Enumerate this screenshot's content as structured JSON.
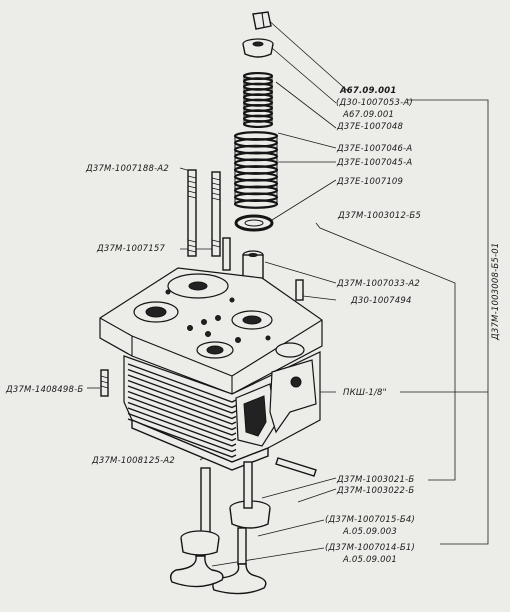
{
  "assembly_number": "Д37М-1003008-Б5-01",
  "labels": {
    "a67": "А67.09.001",
    "d30_1007053": "(Д30-1007053-А)",
    "a67_sub": "А67.09.001",
    "d37e_1007048": "Д37Е-1007048",
    "d37e_1007046": "Д37Е-1007046-А",
    "d37e_1007045": "Д37Е-1007045-А",
    "d37e_1007109": "Д37Е-1007109",
    "d37m_1003012": "Д37М-1003012-Б5",
    "d37m_1007188": "Д37М-1007188-А2",
    "d37m_1007157": "Д37М-1007157",
    "d37m_1007033": "Д37М-1007033-А2",
    "d30_1007494": "Д30-1007494",
    "d37m_1408498": "Д37М-1408498-Б",
    "pksh": "ПКШ-1/8\"",
    "d37m_1008125": "Д37М-1008125-А2",
    "d37m_1003021": "Д37М-1003021-Б",
    "d37m_1003022": "Д37М-1003022-Б",
    "d37m_1007015": "(Д37М-1007015-Б4)",
    "a05_003": "А.05.09.003",
    "d37m_1007014": "(Д37М-1007014-Б1)",
    "a05_001": "А.05.09.001"
  }
}
